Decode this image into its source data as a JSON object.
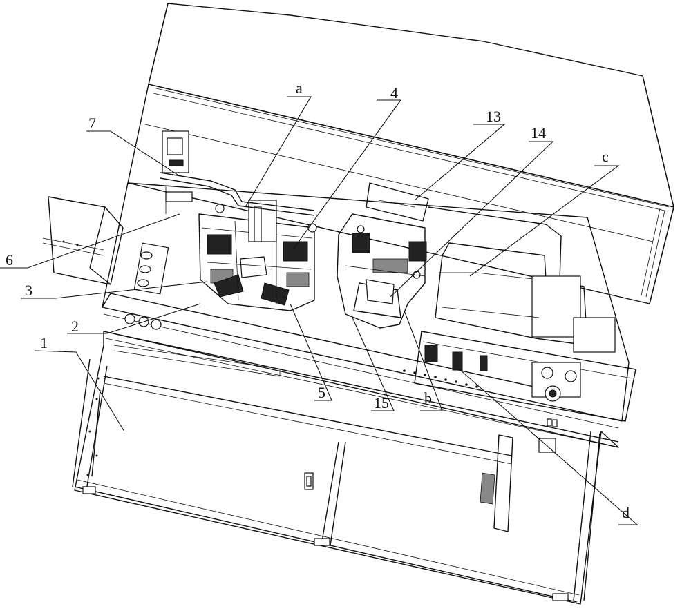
{
  "callouts": {
    "c1": "1",
    "c2": "2",
    "c3": "3",
    "c4": "4",
    "c5": "5",
    "c6": "6",
    "c7": "7",
    "c13": "13",
    "c14": "14",
    "c15": "15",
    "ca": "a",
    "cb": "b",
    "cc": "c",
    "cd": "d"
  }
}
